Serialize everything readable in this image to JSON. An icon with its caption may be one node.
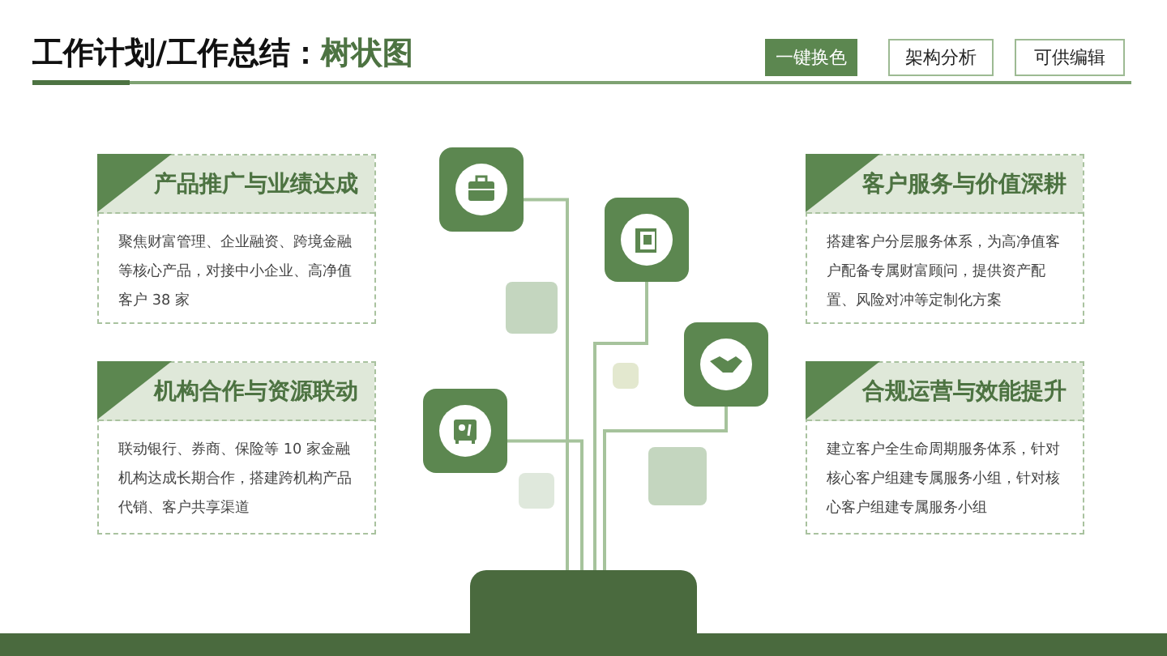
{
  "diagram": {
    "title": "工作计划/工作总结：",
    "nodes": [
      {
        "text": [
          "一键换色"
        ]
      },
      {
        "text": [
          "架构分析"
        ]
      },
      {
        "text": [
          "可供编辑"
        ]
      },
      {
        "text": [
          "产品推广与业绩达成",
          "聚焦财富管理、企业融资、跨境金融等核心产品，对接中小企业、高净值客户 38 家"
        ]
      },
      {
        "text": [
          "机构合作与资源联动",
          "联动银行、券商、保险等 10 家金融机构达成长期合作，搭建跨机构产品代销、客户共享渠道"
        ]
      },
      {
        "text": [
          "客户服务与价值深耕",
          "搭建客户分层服务体系，为高净值客户配备专属财富顾问，提供资产配置、风险对冲等定制化方案"
        ]
      },
      {
        "text": [
          "合规运营与效能提升",
          "建立客户全生命周期服务体系，针对核心客户组建专属服务小组，针对核心客户组建专属服务小组"
        ]
      },
      {
        "text": [],
        "shape": "picture"
      },
      {
        "text": [],
        "shape": "picture"
      },
      {
        "text": [],
        "shape": "picture"
      },
      {
        "text": [],
        "shape": "picture"
      },
      {
        "text": [],
        "shape": "box"
      }
    ],
    "edges": [
      {
        "from": 7,
        "to": 11,
        "arrow": "none"
      },
      {
        "from": 8,
        "to": 11,
        "arrow": "none"
      },
      {
        "from": 9,
        "to": 11,
        "arrow": "none"
      },
      {
        "from": 10,
        "to": 11,
        "arrow": "none"
      }
    ],
    "labels": [
      "树状图"
    ]
  }
}
